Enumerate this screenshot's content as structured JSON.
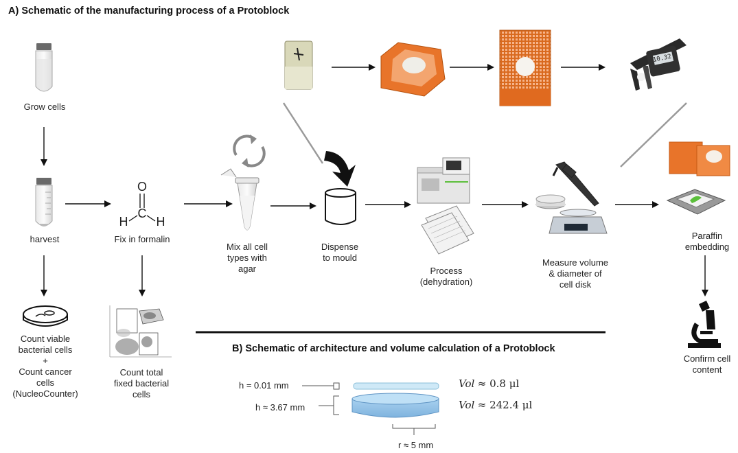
{
  "section_a": {
    "title": "A) Schematic of the manufacturing process of a Protoblock"
  },
  "section_b": {
    "title": "B) Schematic of architecture and volume calculation of a Protoblock"
  },
  "steps": {
    "grow": "Grow cells",
    "harvest": "harvest",
    "fix": "Fix in formalin",
    "mix": [
      "Mix all cell",
      "types with",
      "agar"
    ],
    "dispense": [
      "Dispense",
      "to mould"
    ],
    "process": [
      "Process",
      "(dehydration)"
    ],
    "measure": [
      "Measure volume",
      "& diameter of",
      "cell disk"
    ],
    "paraffin": [
      "Paraffin",
      "embedding"
    ],
    "count_viable": [
      "Count viable",
      "bacterial cells",
      "+",
      "Count cancer",
      "cells",
      "(NucleoCounter)"
    ],
    "count_total": [
      "Count total",
      "fixed bacterial",
      "cells"
    ],
    "confirm": [
      "Confirm cell",
      "content"
    ]
  },
  "formaldehyde": {
    "o": "O",
    "c": "C",
    "h_left": "H",
    "h_right": "H"
  },
  "caliper_display": "10.32",
  "architecture": {
    "top_h": "h = 0.01 mm",
    "bottom_h": "h ≈ 3.67 mm",
    "radius": "r  ≈ 5 mm",
    "top_vol_sym": "Vol",
    "top_vol_val": "≈ 0.8  μl",
    "bottom_vol_sym": "Vol",
    "bottom_vol_val": "≈ 242.4  μl"
  },
  "colors": {
    "orange": "#e8742a",
    "orange_dark": "#c65a14",
    "disk_blue": "#9ec8e8",
    "disk_blue_dark": "#5f94c4",
    "thin_layer": "#cfe9f7",
    "line_gray": "#9a9a9a"
  }
}
